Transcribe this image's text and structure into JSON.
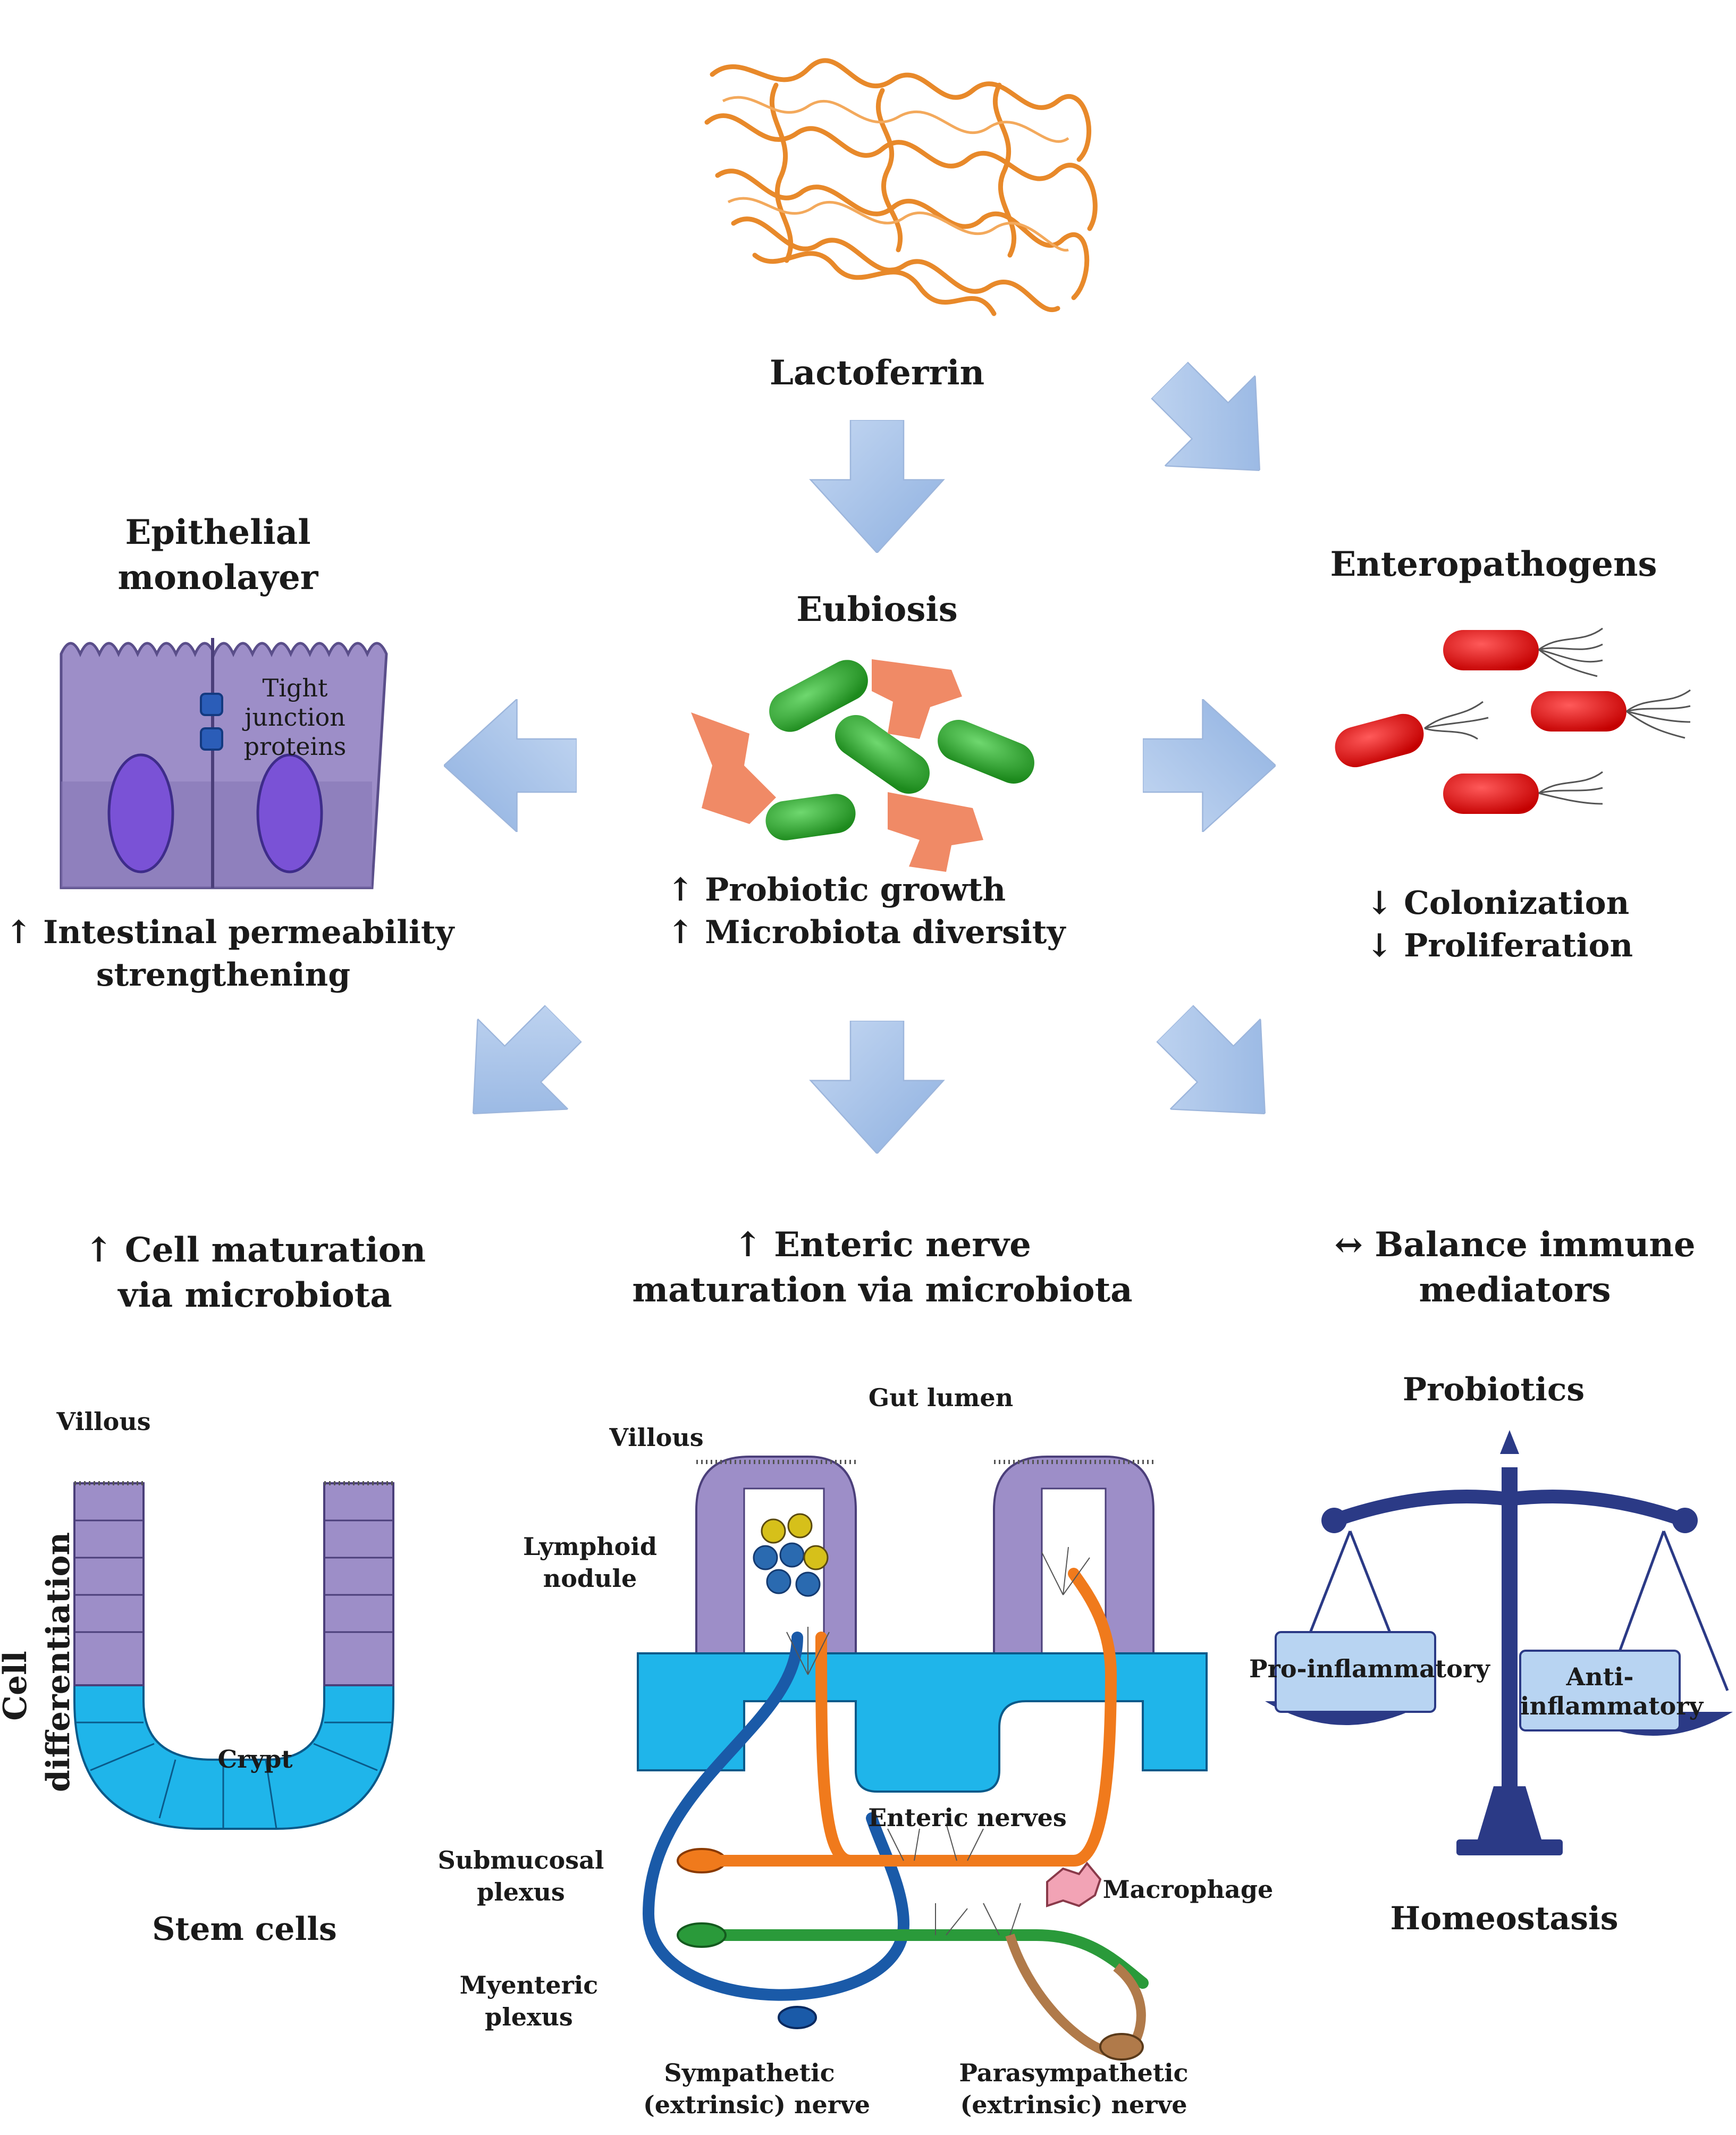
{
  "center": {
    "protein_label": "Lactoferrin",
    "eubiosis_title": "Eubiosis",
    "effect_1": "↑ Probiotic growth",
    "effect_2": "↑ Microbiota diversity"
  },
  "epithelial": {
    "title_1": "Epithelial",
    "title_2": "monolayer",
    "tj_1": "Tight",
    "tj_2": "junction",
    "tj_3": "proteins",
    "effect_1": "↑ Intestinal permeability",
    "effect_2": "strengthening"
  },
  "pathogens": {
    "title": "Enteropathogens",
    "effect_1": "↓ Colonization",
    "effect_2": "↓ Proliferation"
  },
  "maturation": {
    "title_1": "↑ Cell maturation",
    "title_2": "via microbiota",
    "villous": "Villous",
    "diff_1": "Cell",
    "diff_2": "differentiation",
    "crypt": "Crypt",
    "stem": "Stem cells"
  },
  "nerve": {
    "title_1": "↑ Enteric nerve",
    "title_2": "maturation via microbiota",
    "gut_lumen": "Gut lumen",
    "villous": "Villous",
    "lymph_1": "Lymphoid",
    "lymph_2": "nodule",
    "enteric": "Enteric nerves",
    "submuc_1": "Submucosal",
    "submuc_2": "plexus",
    "macrophage": "Macrophage",
    "myent_1": "Myenteric",
    "myent_2": "plexus",
    "symp_1": "Sympathetic",
    "symp_2": "(extrinsic) nerve",
    "para_1": "Parasympathetic",
    "para_2": "(extrinsic) nerve"
  },
  "immune": {
    "title_1": "↔ Balance immune",
    "title_2": "mediators",
    "probiotics": "Probiotics",
    "pro": "Pro-inflammatory",
    "anti_1": "Anti-",
    "anti_2": "inflammatory",
    "homeostasis": "Homeostasis"
  },
  "colors": {
    "arrow_fill": "#a9c3e8",
    "protein": "#e8892a",
    "good_bacteria_green": "#2aa42a",
    "good_bacteria_salmon": "#f08a66",
    "pathogen_red": "#e01414",
    "villus_purple": "#9d8ec8",
    "crypt_cyan": "#1fb5ea",
    "nerve_orange": "#f07a1c",
    "nerve_blue": "#1a5aa8",
    "nerve_green": "#2a9a3a",
    "nerve_brown": "#b07a4a",
    "scale_navy": "#2b3a86",
    "pan_fill": "#b8d4f2"
  }
}
